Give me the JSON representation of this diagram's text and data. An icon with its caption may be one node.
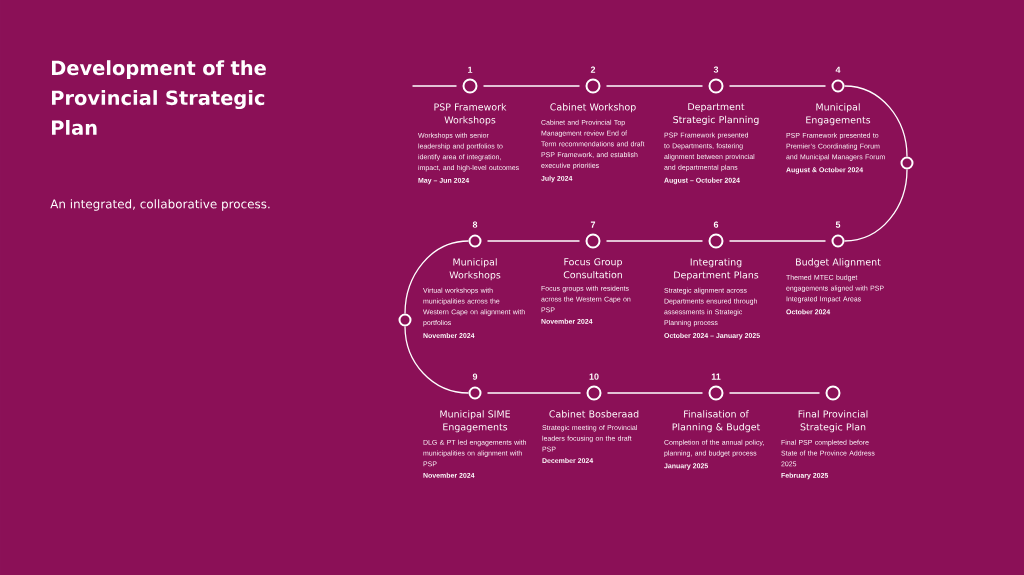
{
  "diagram": {
    "title": "Development of the Provincial Strategic Plan",
    "nodes": [
      {
        "text": [],
        "shape": "circle",
        "beside": [
          "1",
          "PSP Framework Workshops",
          "Workshops with senior leadership and portfolios to identify area of integration, impact, and high-level outcomes",
          "May – Jun 2024"
        ]
      },
      {
        "text": [],
        "shape": "circle",
        "beside": [
          "2",
          "Cabinet Workshop",
          "Cabinet and Provincial Top Management review End of Term recommendations and draft PSP Framework, and establish executive priorities",
          "July 2024"
        ]
      },
      {
        "text": [],
        "shape": "circle",
        "beside": [
          "3",
          "Department Strategic Planning",
          "PSP Framework presented to Departments, fostering alignment between provincial and departmental plans",
          "August – October 2024"
        ]
      },
      {
        "text": [],
        "shape": "circle",
        "beside": [
          "4",
          "Municipal Engagements",
          "PSP Framework presented to Premier’s Coordinating Forum and Municipal Managers Forum",
          "August & October 2024"
        ]
      },
      {
        "text": [],
        "shape": "circle"
      },
      {
        "text": [],
        "shape": "circle",
        "beside": [
          "5",
          "Budget Alignment",
          "Themed MTEC budget engagements aligned with PSP Integrated Impact Areas",
          "October 2024"
        ]
      },
      {
        "text": [],
        "shape": "circle",
        "beside": [
          "6",
          "Integrating Department Plans",
          "Strategic alignment across Departments ensured through assessments in Strategic Planning process",
          "October 2024 – January 2025"
        ]
      },
      {
        "text": [],
        "shape": "circle",
        "beside": [
          "7",
          "Focus Group Consultation",
          "Focus groups with residents across the Western Cape on PSP",
          "November 2024"
        ]
      },
      {
        "text": [],
        "shape": "circle",
        "beside": [
          "8",
          "Municipal Workshops",
          "Virtual workshops with municipalities across the Western Cape on alignment with portfolios",
          "November 2024"
        ]
      },
      {
        "text": [],
        "shape": "circle"
      },
      {
        "text": [],
        "shape": "circle",
        "beside": [
          "9",
          "Municipal SIME Engagements",
          "DLG & PT led engagements with municipalities on alignment with PSP",
          "November 2024"
        ]
      },
      {
        "text": [],
        "shape": "circle",
        "beside": [
          "10",
          "Cabinet Bosberaad",
          "Strategic meeting of Provincial leaders focusing on the draft PSP",
          "December 2024"
        ]
      },
      {
        "text": [],
        "shape": "circle",
        "beside": [
          "11",
          "Finalisation of Planning & Budget",
          "Completion of the annual policy, planning, and budget process",
          "January 2025"
        ]
      },
      {
        "text": [],
        "shape": "circle",
        "beside": [
          "Final Provincial Strategic Plan",
          "Final PSP completed before State of the Province Address 2025",
          "February 2025"
        ]
      }
    ],
    "edges": [
      {
        "from": null,
        "to": 0,
        "arrow": "none"
      },
      {
        "from": 0,
        "to": 1,
        "arrow": "none"
      },
      {
        "from": 1,
        "to": 2,
        "arrow": "none"
      },
      {
        "from": 2,
        "to": 3,
        "arrow": "none"
      },
      {
        "from": 3,
        "to": 4,
        "arrow": "none"
      },
      {
        "from": 4,
        "to": 5,
        "arrow": "none"
      },
      {
        "from": 5,
        "to": 6,
        "arrow": "none"
      },
      {
        "from": 6,
        "to": 7,
        "arrow": "none"
      },
      {
        "from": 7,
        "to": 8,
        "arrow": "none"
      },
      {
        "from": 8,
        "to": 9,
        "arrow": "none"
      },
      {
        "from": 9,
        "to": 10,
        "arrow": "none"
      },
      {
        "from": 10,
        "to": 11,
        "arrow": "none"
      },
      {
        "from": 11,
        "to": 12,
        "arrow": "none"
      },
      {
        "from": 12,
        "to": 13,
        "arrow": "none"
      }
    ],
    "labels": [
      "An integrated, collaborative process."
    ]
  }
}
